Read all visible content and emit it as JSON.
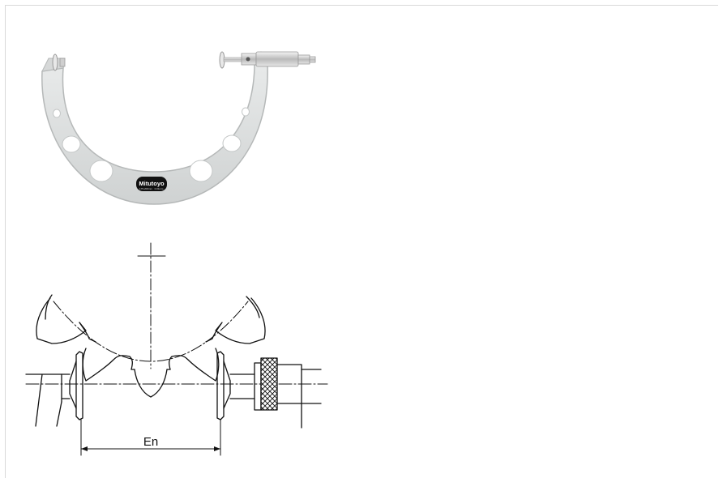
{
  "product_photo": {
    "brand": "Mitutoyo",
    "range_text": "175-200mm",
    "resolution_text": "0.01mm"
  },
  "diagram": {
    "dimension_label": "En"
  },
  "colors": {
    "frame_fill": "#dfe1e1",
    "frame_edge": "#b8bbbb",
    "line": "#111111",
    "badge": "#111111"
  }
}
